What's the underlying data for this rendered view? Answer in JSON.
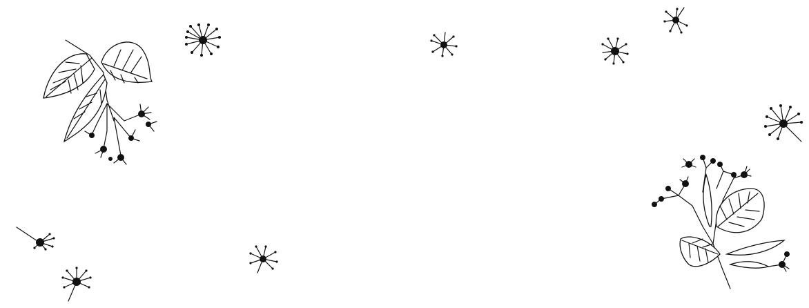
{
  "background": "#ffffff",
  "ink_color": "#111111",
  "illustrations": [
    {
      "name": "linden-branch-left",
      "icon": "linden-branch-icon"
    },
    {
      "name": "linden-branch-right",
      "icon": "linden-branch-icon"
    },
    {
      "name": "linden-blossom",
      "icon": "linden-blossom-icon",
      "count": 9
    }
  ]
}
